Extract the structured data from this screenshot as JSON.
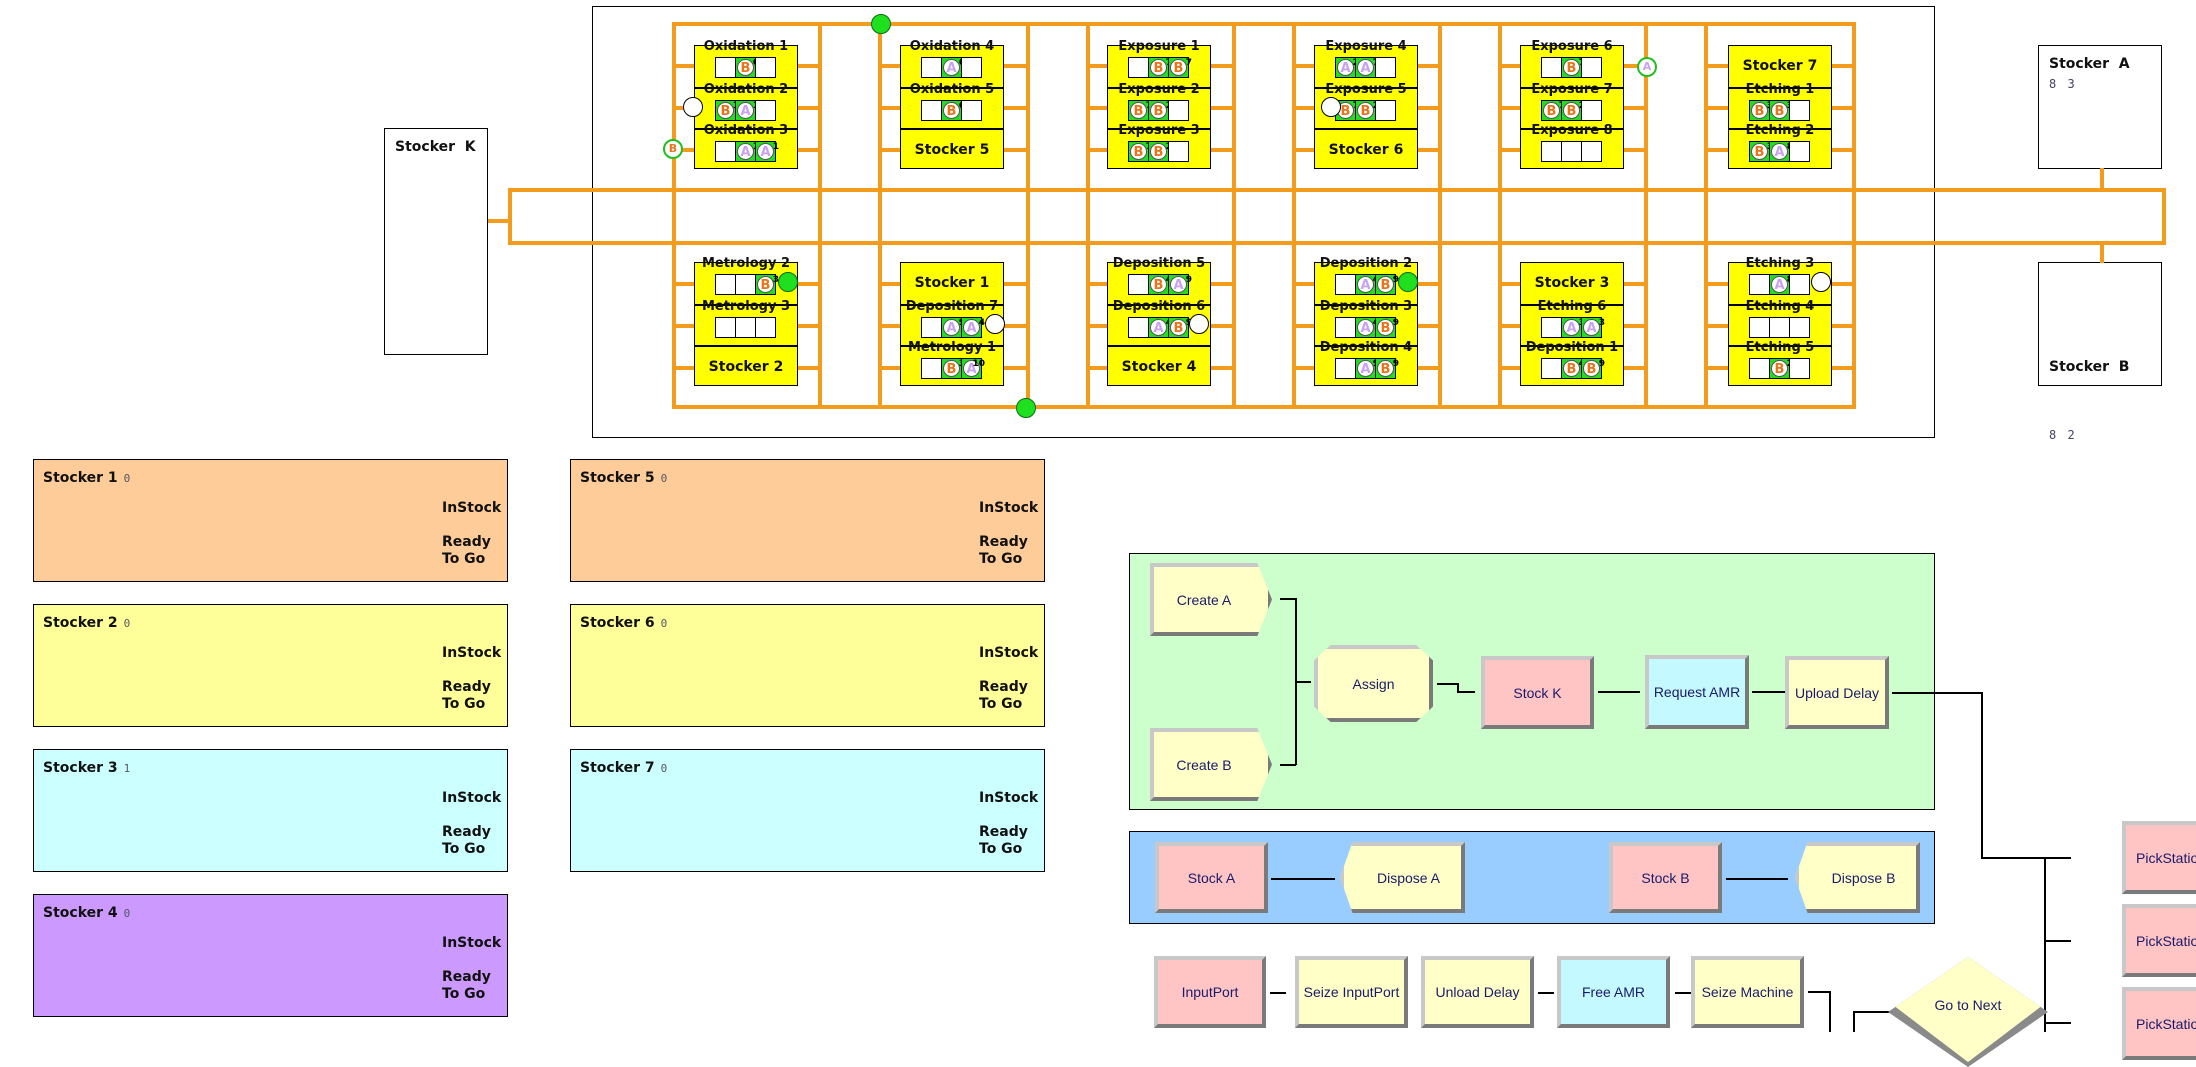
{
  "layout_view": {
    "stocker_k": {
      "label": "Stocker  K"
    },
    "stocker_a": {
      "label": "Stocker  A",
      "value": "8 3"
    },
    "stocker_b": {
      "label": "Stocker  B",
      "value": "8 2"
    },
    "top_row": [
      {
        "sections": [
          {
            "type": "machine",
            "label": "Oxidation 1",
            "slots": [
              null,
              {
                "entity": "B",
                "count": "6"
              },
              null
            ]
          },
          {
            "type": "machine",
            "label": "Oxidation 2",
            "slots": [
              {
                "entity": "B",
                "count": "1"
              },
              {
                "entity": "A",
                "count": "1"
              },
              null
            ]
          },
          {
            "type": "machine",
            "label": "Oxidation 3",
            "slots": [
              null,
              {
                "entity": "A",
                "count": "1"
              },
              {
                "entity": "A",
                "count": "1"
              }
            ]
          }
        ]
      },
      {
        "sections": [
          {
            "type": "machine",
            "label": "Oxidation 4",
            "slots": [
              null,
              {
                "entity": "A",
                "count": "6"
              },
              null
            ]
          },
          {
            "type": "machine",
            "label": "Oxidation 5",
            "slots": [
              null,
              {
                "entity": "B",
                "count": "6"
              },
              null
            ]
          },
          {
            "type": "stocker",
            "label": "Stocker 5"
          }
        ]
      },
      {
        "sections": [
          {
            "type": "machine",
            "label": "Exposure 1",
            "slots": [
              null,
              {
                "entity": "B",
                "count": "7"
              },
              {
                "entity": "B",
                "count": "7"
              }
            ]
          },
          {
            "type": "machine",
            "label": "Exposure 2",
            "slots": [
              {
                "entity": "B",
                "count": "7"
              },
              {
                "entity": "B",
                "count": "2"
              },
              null
            ]
          },
          {
            "type": "machine",
            "label": "Exposure 3",
            "slots": [
              {
                "entity": "B",
                "count": "7"
              },
              {
                "entity": "B",
                "count": "2"
              },
              null
            ]
          }
        ]
      },
      {
        "sections": [
          {
            "type": "machine",
            "label": "Exposure 4",
            "slots": [
              {
                "entity": "A",
                "count": "2"
              },
              {
                "entity": "A",
                "count": "7"
              },
              null
            ]
          },
          {
            "type": "machine",
            "label": "Exposure 5",
            "slots": [
              {
                "entity": "B",
                "count": "7"
              },
              {
                "entity": "B",
                "count": "2"
              },
              null
            ]
          },
          {
            "type": "stocker",
            "label": "Stocker 6"
          }
        ]
      },
      {
        "sections": [
          {
            "type": "machine",
            "label": "Exposure 6",
            "slots": [
              null,
              {
                "entity": "B",
                "count": "7"
              },
              null
            ]
          },
          {
            "type": "machine",
            "label": "Exposure 7",
            "slots": [
              {
                "entity": "B",
                "count": "7"
              },
              {
                "entity": "B",
                "count": "2"
              },
              null
            ]
          },
          {
            "type": "machine",
            "label": "Exposure 8",
            "slots": [
              null,
              null,
              null
            ]
          }
        ]
      },
      {
        "sections": [
          {
            "type": "stocker",
            "label": "Stocker 7"
          },
          {
            "type": "machine",
            "label": "Etching 1",
            "slots": [
              {
                "entity": "B",
                "count": "3"
              },
              {
                "entity": "B",
                "count": "3"
              },
              null
            ]
          },
          {
            "type": "machine",
            "label": "Etching 2",
            "slots": [
              {
                "entity": "B",
                "count": "3"
              },
              {
                "entity": "A",
                "count": "8"
              },
              null
            ]
          }
        ]
      }
    ],
    "bottom_row": [
      {
        "sections": [
          {
            "type": "machine",
            "label": "Metrology 2",
            "slots": [
              null,
              null,
              {
                "entity": "B",
                "count": "3"
              }
            ]
          },
          {
            "type": "machine",
            "label": "Metrology 3",
            "slots": [
              null,
              null,
              null
            ]
          },
          {
            "type": "stocker",
            "label": "Stocker 2"
          }
        ]
      },
      {
        "sections": [
          {
            "type": "stocker",
            "label": "Stocker 1"
          },
          {
            "type": "machine",
            "label": "Deposition 7",
            "slots": [
              null,
              {
                "entity": "A",
                "count": "9"
              },
              {
                "entity": "A",
                "count": "4"
              }
            ]
          },
          {
            "type": "machine",
            "label": "Metrology 1",
            "slots": [
              null,
              {
                "entity": "B",
                "count": "3"
              },
              {
                "entity": "A",
                "count": "10"
              }
            ]
          }
        ]
      },
      {
        "sections": [
          {
            "type": "machine",
            "label": "Deposition 5",
            "slots": [
              null,
              {
                "entity": "B",
                "count": "4"
              },
              {
                "entity": "A",
                "count": "9"
              }
            ]
          },
          {
            "type": "machine",
            "label": "Deposition 6",
            "slots": [
              null,
              {
                "entity": "A",
                "count": "4"
              },
              {
                "entity": "B",
                "count": "9"
              }
            ]
          },
          {
            "type": "stocker",
            "label": "Stocker 4"
          }
        ]
      },
      {
        "sections": [
          {
            "type": "machine",
            "label": "Deposition 2",
            "slots": [
              null,
              {
                "entity": "A",
                "count": "4"
              },
              {
                "entity": "B",
                "count": "9"
              }
            ]
          },
          {
            "type": "machine",
            "label": "Deposition 3",
            "slots": [
              null,
              {
                "entity": "A",
                "count": "4"
              },
              {
                "entity": "B",
                "count": "9"
              }
            ]
          },
          {
            "type": "machine",
            "label": "Deposition 4",
            "slots": [
              null,
              {
                "entity": "A",
                "count": "9"
              },
              {
                "entity": "B",
                "count": "9"
              }
            ]
          }
        ]
      },
      {
        "sections": [
          {
            "type": "stocker",
            "label": "Stocker 3"
          },
          {
            "type": "machine",
            "label": "Etching 6",
            "slots": [
              null,
              {
                "entity": "A",
                "count": "3"
              },
              {
                "entity": "A",
                "count": "3"
              }
            ]
          },
          {
            "type": "machine",
            "label": "Deposition 1",
            "slots": [
              null,
              {
                "entity": "B",
                "count": "4"
              },
              {
                "entity": "B",
                "count": "9"
              }
            ]
          }
        ]
      },
      {
        "sections": [
          {
            "type": "machine",
            "label": "Etching 3",
            "slots": [
              null,
              {
                "entity": "A",
                "count": "8"
              },
              null
            ]
          },
          {
            "type": "machine",
            "label": "Etching 4",
            "slots": [
              null,
              null,
              null
            ]
          },
          {
            "type": "machine",
            "label": "Etching 5",
            "slots": [
              null,
              {
                "entity": "B",
                "count": "2"
              },
              null
            ]
          }
        ]
      }
    ],
    "amr_labels": {
      "left": "B",
      "right": "A"
    }
  },
  "stocker_panels": [
    {
      "title": "Stocker 1",
      "count": "0",
      "instock": "InStock",
      "ready1": "Ready",
      "ready2": "To Go",
      "color": "#fdcc99"
    },
    {
      "title": "Stocker 2",
      "count": "0",
      "instock": "InStock",
      "ready1": "Ready",
      "ready2": "To Go",
      "color": "#ffff99"
    },
    {
      "title": "Stocker 3",
      "count": "1",
      "instock": "InStock",
      "ready1": "Ready",
      "ready2": "To Go",
      "color": "#ccffff"
    },
    {
      "title": "Stocker 4",
      "count": "0",
      "instock": "InStock",
      "ready1": "Ready",
      "ready2": "To Go",
      "color": "#cc99ff"
    },
    {
      "title": "Stocker 5",
      "count": "0",
      "instock": "InStock",
      "ready1": "Ready",
      "ready2": "To Go",
      "color": "#fdcc99"
    },
    {
      "title": "Stocker 6",
      "count": "0",
      "instock": "InStock",
      "ready1": "Ready",
      "ready2": "To Go",
      "color": "#ffff99"
    },
    {
      "title": "Stocker 7",
      "count": "0",
      "instock": "InStock",
      "ready1": "Ready",
      "ready2": "To Go",
      "color": "#ccffff"
    }
  ],
  "flowchart": {
    "create_group": {
      "create_a": "Create A",
      "create_b": "Create B",
      "assign": "Assign",
      "stock_k": "Stock K",
      "request_amr": "Request AMR",
      "upload_delay": "Upload Delay"
    },
    "dispose_group": {
      "stock_a": "Stock A",
      "dispose_a": "Dispose A",
      "stock_b": "Stock B",
      "dispose_b": "Dispose B"
    },
    "process_row": {
      "input_port": "InputPort",
      "seize_input_port": "Seize InputPort",
      "unload_delay": "Unload Delay",
      "free_amr": "Free AMR",
      "seize_machine": "Seize Machine",
      "go_to_next": "Go to Next"
    },
    "pick_stations": [
      "PickStation",
      "PickStation",
      "PickStation"
    ]
  },
  "colors": {
    "rail": "#f39c1c",
    "machine": "#ffff00",
    "busy_slot": "#22dd22",
    "entity_a": "#c9a2f0",
    "entity_b": "#e8751a",
    "create_group_bg": "#ccffcc",
    "dispose_group_bg": "#99ccff"
  }
}
